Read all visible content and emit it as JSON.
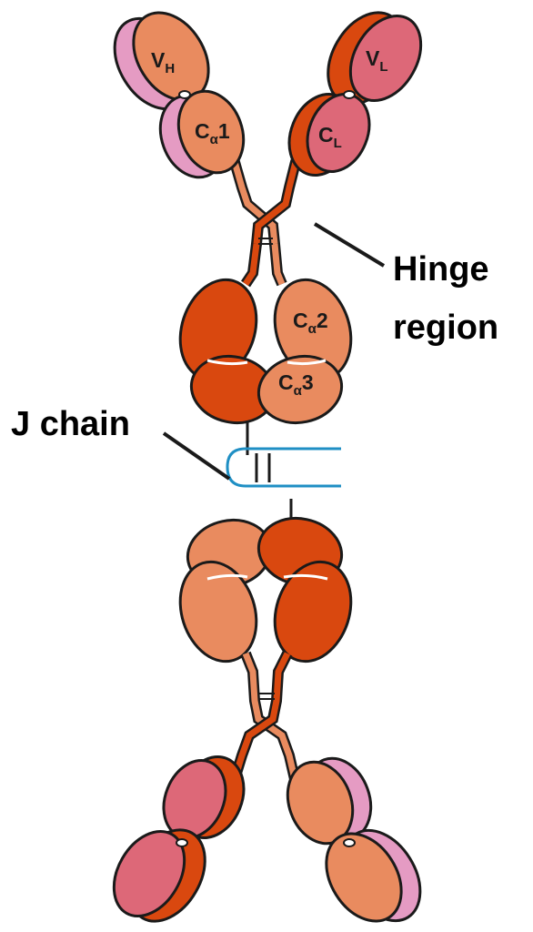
{
  "colors": {
    "heavy_constant": "#E98B5F",
    "heavy_dark": "#D9480F",
    "light_chain": "#DD6878",
    "light_variable_pink": "#E59BC3",
    "j_chain": "#1F8FC4",
    "outline": "#1a1a1a"
  },
  "labels": {
    "vh": {
      "main": "V",
      "sub": "H"
    },
    "vl": {
      "main": "V",
      "sub": "L"
    },
    "ca1": {
      "main": "C",
      "sub": "α",
      "suffix": "1"
    },
    "cl": {
      "main": "C",
      "sub": "L"
    },
    "ca2": {
      "main": "C",
      "sub": "α",
      "suffix": "2"
    },
    "ca3": {
      "main": "C",
      "sub": "α",
      "suffix": "3"
    },
    "hinge_line1": "Hinge",
    "hinge_line2": "region",
    "j_chain": "J chain"
  }
}
